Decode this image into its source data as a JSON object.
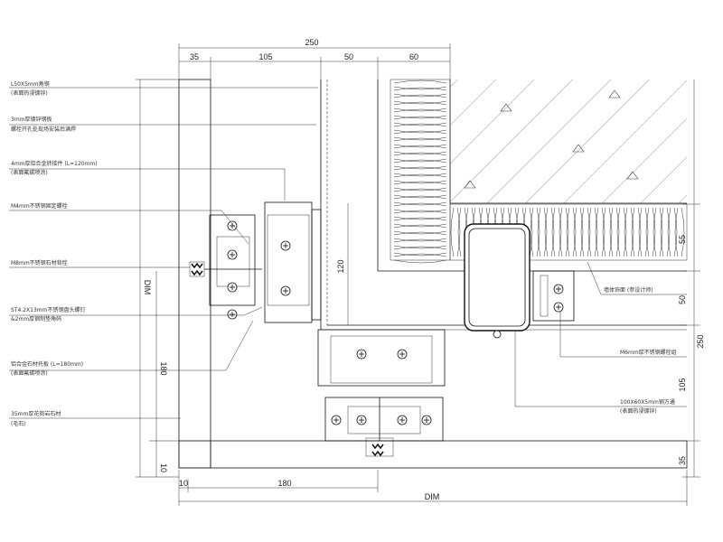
{
  "dimensions": {
    "top_total": "250",
    "top_segments": [
      "35",
      "105",
      "50",
      "60"
    ],
    "left_total": "DIM",
    "left_lower": "180",
    "left_bottom": "10",
    "right_segments": [
      "55",
      "50",
      "105",
      "35"
    ],
    "right_total": "250",
    "bottom_segments": [
      "10",
      "180"
    ],
    "bottom_total": "DIM",
    "inner_vertical": "120"
  },
  "notes_left": [
    {
      "line1": "L50X5mm角钢",
      "line2": "(表面热浸镀锌)"
    },
    {
      "line1": "3mm厚镀锌钢板",
      "line2": "螺栓开孔处现场安装后满焊"
    },
    {
      "line1": "4mm厚铝合金转接件 (L=120mm)",
      "line2": "(表面氟碳喷涂)"
    },
    {
      "line1": "M4mm不锈钢固定螺栓",
      "line2": ""
    },
    {
      "line1": "M8mm不锈钢石材背栓",
      "line2": ""
    },
    {
      "line1": "ST4.2X13mm不锈钢盘头螺钉",
      "line2": "&2mm厚钢制垫角码"
    },
    {
      "line1": "铝合金石材托板 (L=180mm)",
      "line2": "(表面氟碳喷涂)"
    },
    {
      "line1": "35mm厚花岗岩石材",
      "line2": "(毛石)"
    }
  ],
  "notes_right": [
    {
      "line1": "墙体饰面 (参设计师)",
      "line2": ""
    },
    {
      "line1": "M6mm厚不锈钢螺栓组",
      "line2": ""
    },
    {
      "line1": "100X60X5mm钢方通",
      "line2": "(表面热浸镀锌)"
    }
  ]
}
